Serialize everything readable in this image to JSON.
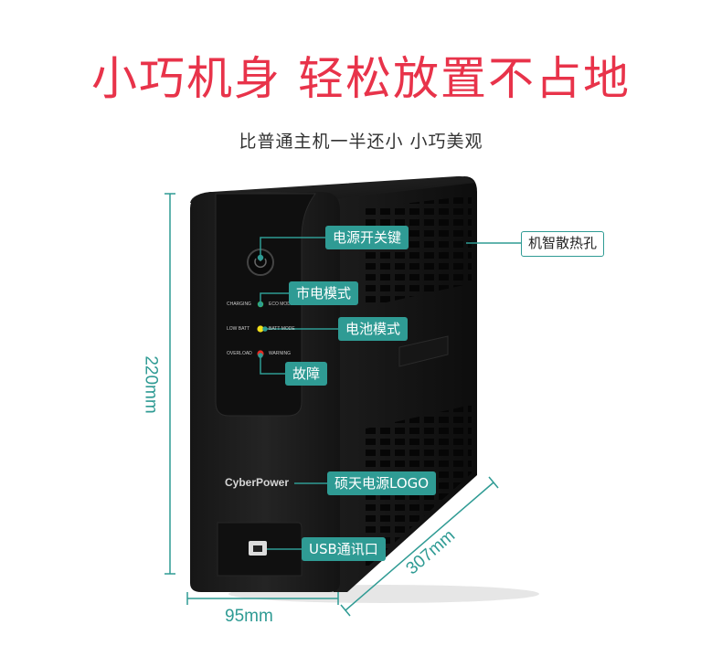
{
  "headline": "小巧机身 轻松放置不占地",
  "subheadline": "比普通主机一半还小 小巧美观",
  "callouts": {
    "power_button": "电源开关键",
    "mains_mode": "市电模式",
    "battery_mode": "电池模式",
    "fault": "故障",
    "logo": "硕天电源LOGO",
    "usb": "USB通讯口",
    "vents": "机智散热孔"
  },
  "dimensions": {
    "height": "220mm",
    "width": "95mm",
    "depth": "307mm"
  },
  "indicators": {
    "charging": "CHARGING",
    "eco_mode": "ECO MODE",
    "low_batt": "LOW BATT",
    "batt_mode": "BATT MODE",
    "overload": "OVERLOAD",
    "warning": "WARNING"
  },
  "brand": "CyberPower",
  "colors": {
    "headline": "#e8334a",
    "accent": "#2f9b94",
    "led_green": "#3ad14a",
    "led_yellow": "#f2e01a",
    "led_red": "#e52a22"
  }
}
